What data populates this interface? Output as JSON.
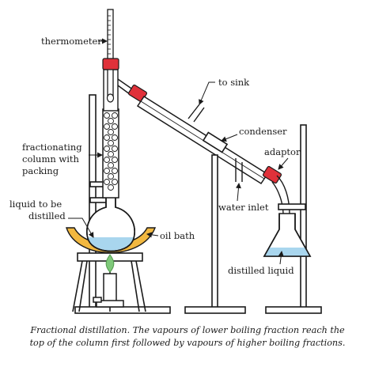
{
  "labels": {
    "thermometer": "thermometer",
    "to_sink": "to sink",
    "condenser": "condenser",
    "adaptor": "adaptor",
    "fractionating_column_1": "fractionating",
    "fractionating_column_2": "column with",
    "fractionating_column_3": "packing",
    "liquid_1": "liquid to be",
    "liquid_2": "distilled",
    "oil_bath": "oil bath",
    "water_inlet": "water inlet",
    "distilled_liquid": "distilled liquid"
  },
  "caption": {
    "line1": "Fractional distillation. The vapours of lower boiling fraction reach the",
    "line2": "top of the column first followed by vapours of higher boiling fractions."
  },
  "colors": {
    "stopper": "#e0313a",
    "liquid": "#a9d6ee",
    "oil_bath": "#f2b840",
    "flame": "#7fc97a",
    "line": "#1a1a1a"
  }
}
